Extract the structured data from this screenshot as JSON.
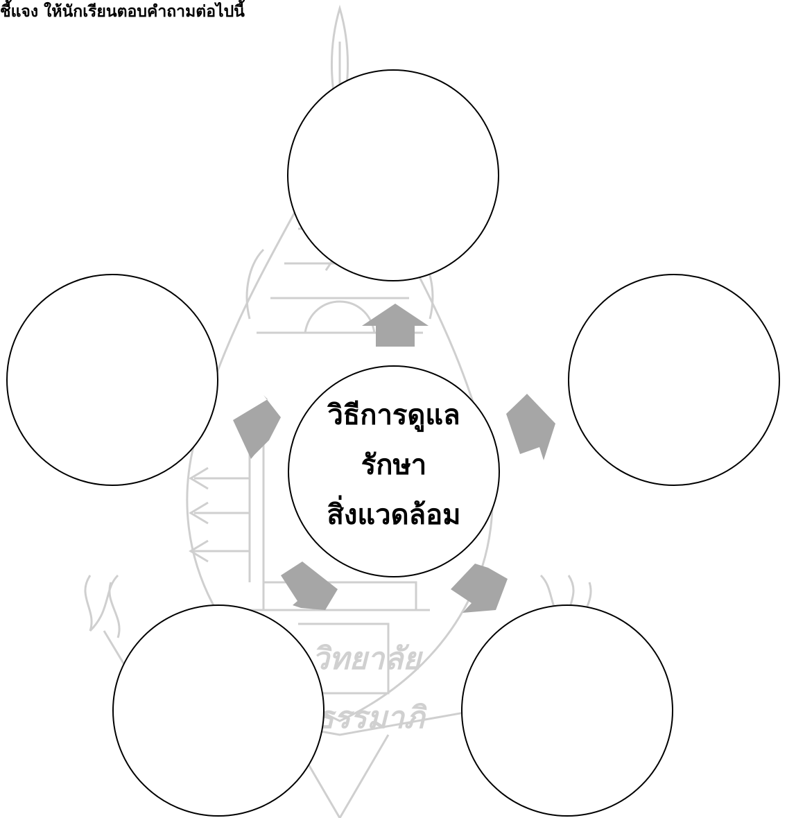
{
  "instruction": "ชี้แจง ให้นักเรียนตอบคำถามต่อไปนี้",
  "center": {
    "lines": [
      "วิธีการดูแล",
      "รักษา",
      "สิ่งแวดล้อม"
    ]
  },
  "answer_circles": [
    {
      "name": "top",
      "text": ""
    },
    {
      "name": "right",
      "text": ""
    },
    {
      "name": "bottom-right",
      "text": ""
    },
    {
      "name": "bottom-left",
      "text": ""
    },
    {
      "name": "left",
      "text": ""
    }
  ],
  "watermark_text": [
    "วิทยาลัย",
    "ธรรมาภิ"
  ],
  "colors": {
    "arrow": "#a6a6a6",
    "stroke": "#000000",
    "watermark": "#d0d0d0"
  }
}
